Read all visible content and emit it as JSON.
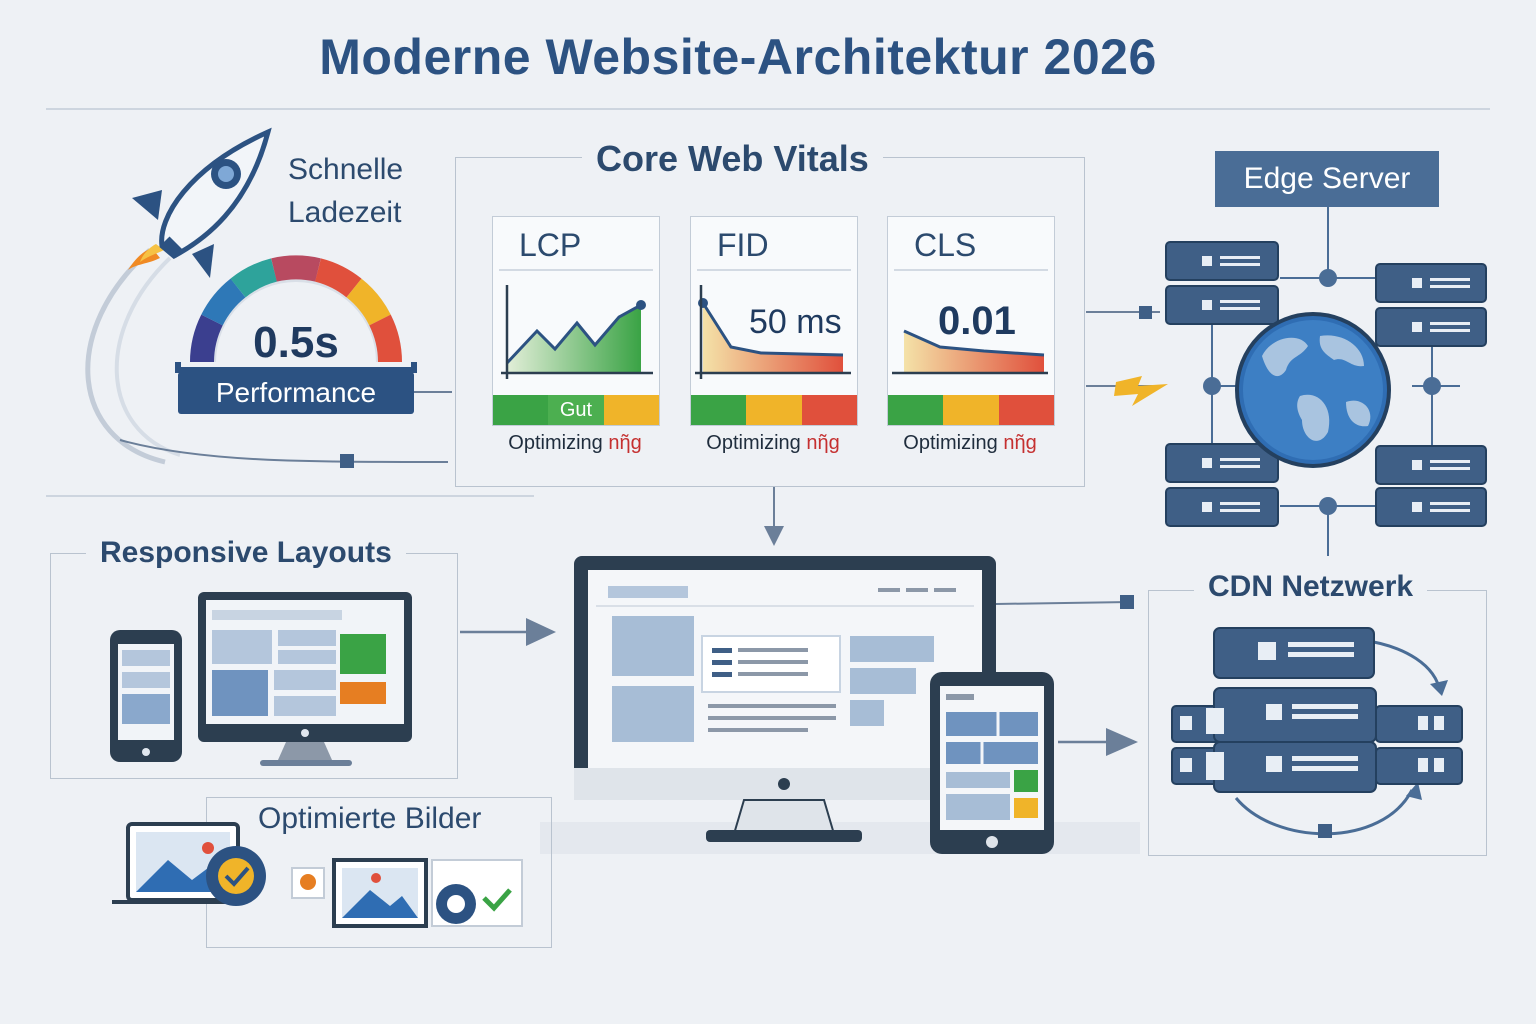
{
  "title": "Moderne Website-Architektur 2026",
  "performance": {
    "caption_line1": "Schnelle",
    "caption_line2": "Ladezeit",
    "value": "0.5s",
    "label": "Performance"
  },
  "core_web_vitals": {
    "heading": "Core Web Vitals",
    "cards": [
      {
        "name": "LCP",
        "value": "",
        "bar_label": "Gut",
        "footer_main": "Optimizing",
        "footer_suffix": "nῆg"
      },
      {
        "name": "FID",
        "value": "50 ms",
        "bar_label": "",
        "footer_main": "Optimizing",
        "footer_suffix": "nῆg"
      },
      {
        "name": "CLS",
        "value": "0.01",
        "bar_label": "",
        "footer_main": "Optimizing",
        "footer_suffix": "nῆg"
      }
    ]
  },
  "edge_server": {
    "label": "Edge Server"
  },
  "responsive": {
    "heading": "Responsive Layouts"
  },
  "images": {
    "heading": "Optimierte Bilder"
  },
  "cdn": {
    "heading": "CDN Netzwerk"
  },
  "colors": {
    "primary": "#2c5282",
    "server": "#3f5f86",
    "good": "#3aa345",
    "warn": "#f0b429",
    "bad": "#e0503c"
  }
}
